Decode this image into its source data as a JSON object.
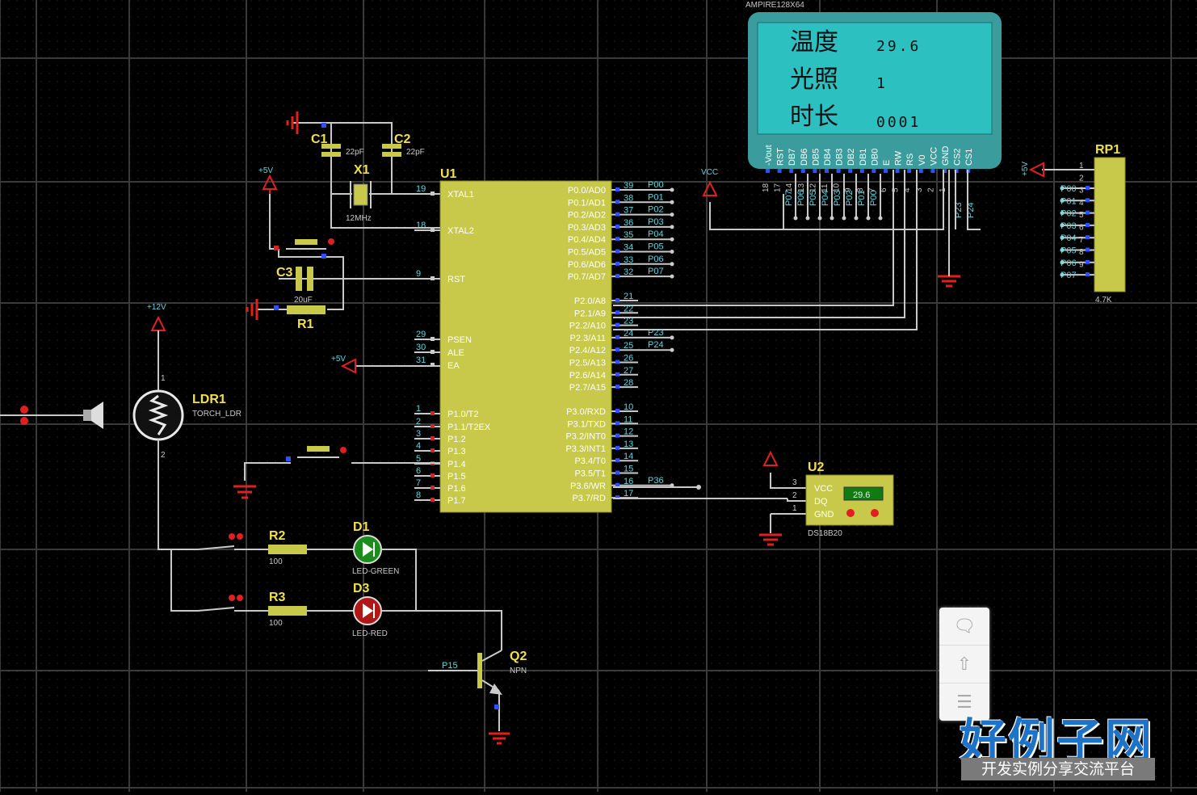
{
  "lcd": {
    "model": "AMPIRE128X64",
    "row1_label": "温度",
    "row1_value": "29.6",
    "row2_label": "光照",
    "row2_value": "1",
    "row3_label": "时长",
    "row3_value": "0001",
    "pins": [
      "-Vout",
      "RST",
      "DB7",
      "DB6",
      "DB5",
      "DB4",
      "DB3",
      "DB2",
      "DB1",
      "DB0",
      "E",
      "RW",
      "RS",
      "V0",
      "VCC",
      "GND",
      "CS2",
      "CS1"
    ],
    "pin_numbers": [
      "18",
      "17",
      "14",
      "13",
      "12",
      "11",
      "10",
      "9",
      "8",
      "7",
      "6",
      "5",
      "4",
      "3",
      "2",
      "1"
    ],
    "bottom_nets": [
      "P07",
      "P06",
      "P05",
      "P04",
      "P03",
      "P02",
      "P01",
      "P00"
    ],
    "side_nets": [
      "P23",
      "P24"
    ]
  },
  "u1": {
    "ref": "U1",
    "left_pins": [
      {
        "n": "19",
        "l": "XTAL1"
      },
      {
        "n": "18",
        "l": "XTAL2"
      },
      {
        "n": "9",
        "l": "RST"
      },
      {
        "n": "29",
        "l": "PSEN"
      },
      {
        "n": "30",
        "l": "ALE"
      },
      {
        "n": "31",
        "l": "EA"
      },
      {
        "n": "1",
        "l": "P1.0/T2"
      },
      {
        "n": "2",
        "l": "P1.1/T2EX"
      },
      {
        "n": "3",
        "l": "P1.2"
      },
      {
        "n": "4",
        "l": "P1.3"
      },
      {
        "n": "5",
        "l": "P1.4"
      },
      {
        "n": "6",
        "l": "P1.5"
      },
      {
        "n": "7",
        "l": "P1.6"
      },
      {
        "n": "8",
        "l": "P1.7"
      }
    ],
    "right_p0": [
      {
        "n": "39",
        "l": "P0.0/AD0",
        "net": "P00"
      },
      {
        "n": "38",
        "l": "P0.1/AD1",
        "net": "P01"
      },
      {
        "n": "37",
        "l": "P0.2/AD2",
        "net": "P02"
      },
      {
        "n": "36",
        "l": "P0.3/AD3",
        "net": "P03"
      },
      {
        "n": "35",
        "l": "P0.4/AD4",
        "net": "P04"
      },
      {
        "n": "34",
        "l": "P0.5/AD5",
        "net": "P05"
      },
      {
        "n": "33",
        "l": "P0.6/AD6",
        "net": "P06"
      },
      {
        "n": "32",
        "l": "P0.7/AD7",
        "net": "P07"
      }
    ],
    "right_p2": [
      {
        "n": "21",
        "l": "P2.0/A8",
        "net": ""
      },
      {
        "n": "22",
        "l": "P2.1/A9",
        "net": ""
      },
      {
        "n": "23",
        "l": "P2.2/A10",
        "net": ""
      },
      {
        "n": "24",
        "l": "P2.3/A11",
        "net": "P23"
      },
      {
        "n": "25",
        "l": "P2.4/A12",
        "net": "P24"
      },
      {
        "n": "26",
        "l": "P2.5/A13",
        "net": ""
      },
      {
        "n": "27",
        "l": "P2.6/A14",
        "net": ""
      },
      {
        "n": "28",
        "l": "P2.7/A15",
        "net": ""
      }
    ],
    "right_p3": [
      {
        "n": "10",
        "l": "P3.0/RXD",
        "net": ""
      },
      {
        "n": "11",
        "l": "P3.1/TXD",
        "net": ""
      },
      {
        "n": "12",
        "l": "P3.2/INT0",
        "net": ""
      },
      {
        "n": "13",
        "l": "P3.3/INT1",
        "net": ""
      },
      {
        "n": "14",
        "l": "P3.4/T0",
        "net": ""
      },
      {
        "n": "15",
        "l": "P3.5/T1",
        "net": ""
      },
      {
        "n": "16",
        "l": "P3.6/WR",
        "net": "P36"
      },
      {
        "n": "17",
        "l": "P3.7/RD",
        "net": ""
      }
    ]
  },
  "parts": {
    "c1": {
      "ref": "C1",
      "val": "22pF"
    },
    "c2": {
      "ref": "C2",
      "val": "22pF"
    },
    "x1": {
      "ref": "X1",
      "val": "12MHz"
    },
    "c3": {
      "ref": "C3",
      "val": "20uF"
    },
    "r1": {
      "ref": "R1"
    },
    "ldr": {
      "ref": "LDR1",
      "val": "TORCH_LDR"
    },
    "r2": {
      "ref": "R2",
      "val": "100"
    },
    "r3": {
      "ref": "R3",
      "val": "100"
    },
    "d1": {
      "ref": "D1",
      "val": "LED-GREEN"
    },
    "d2": {
      "ref": "D3",
      "val": "LED-RED"
    },
    "q2": {
      "ref": "Q2",
      "val": "NPN",
      "net": "P15"
    },
    "u2": {
      "ref": "U2",
      "val": "DS18B20",
      "p1": "VCC",
      "p2": "DQ",
      "p3": "GND",
      "reading": "29.6"
    },
    "rp1": {
      "ref": "RP1",
      "val": "4.7K",
      "nets": [
        "P00",
        "P01",
        "P02",
        "P03",
        "P04",
        "P05",
        "P06",
        "P07"
      ],
      "pin_numbers": [
        "1",
        "2",
        "3",
        "4",
        "5",
        "6",
        "7",
        "8",
        "9"
      ]
    }
  },
  "power": {
    "p5v_a": "+5V",
    "p5v_b": "+5V",
    "p5v_c": "+5V",
    "p12v": "+12V",
    "vcc": "VCC"
  },
  "toolbox": {
    "icons": [
      "comment-icon",
      "back-to-top-icon",
      "list-icon"
    ]
  },
  "brand": {
    "title": "好例子网",
    "subtitle": "开发实例分享交流平台"
  },
  "colors": {
    "background": "#000000",
    "grid": "#3c3c3c",
    "wire": "#c8c8c8",
    "chip": "#c8c84a",
    "lcd": "#29bcbc",
    "label": "#f0e04a",
    "net": "#5fd7e0",
    "power": "#e02020"
  }
}
